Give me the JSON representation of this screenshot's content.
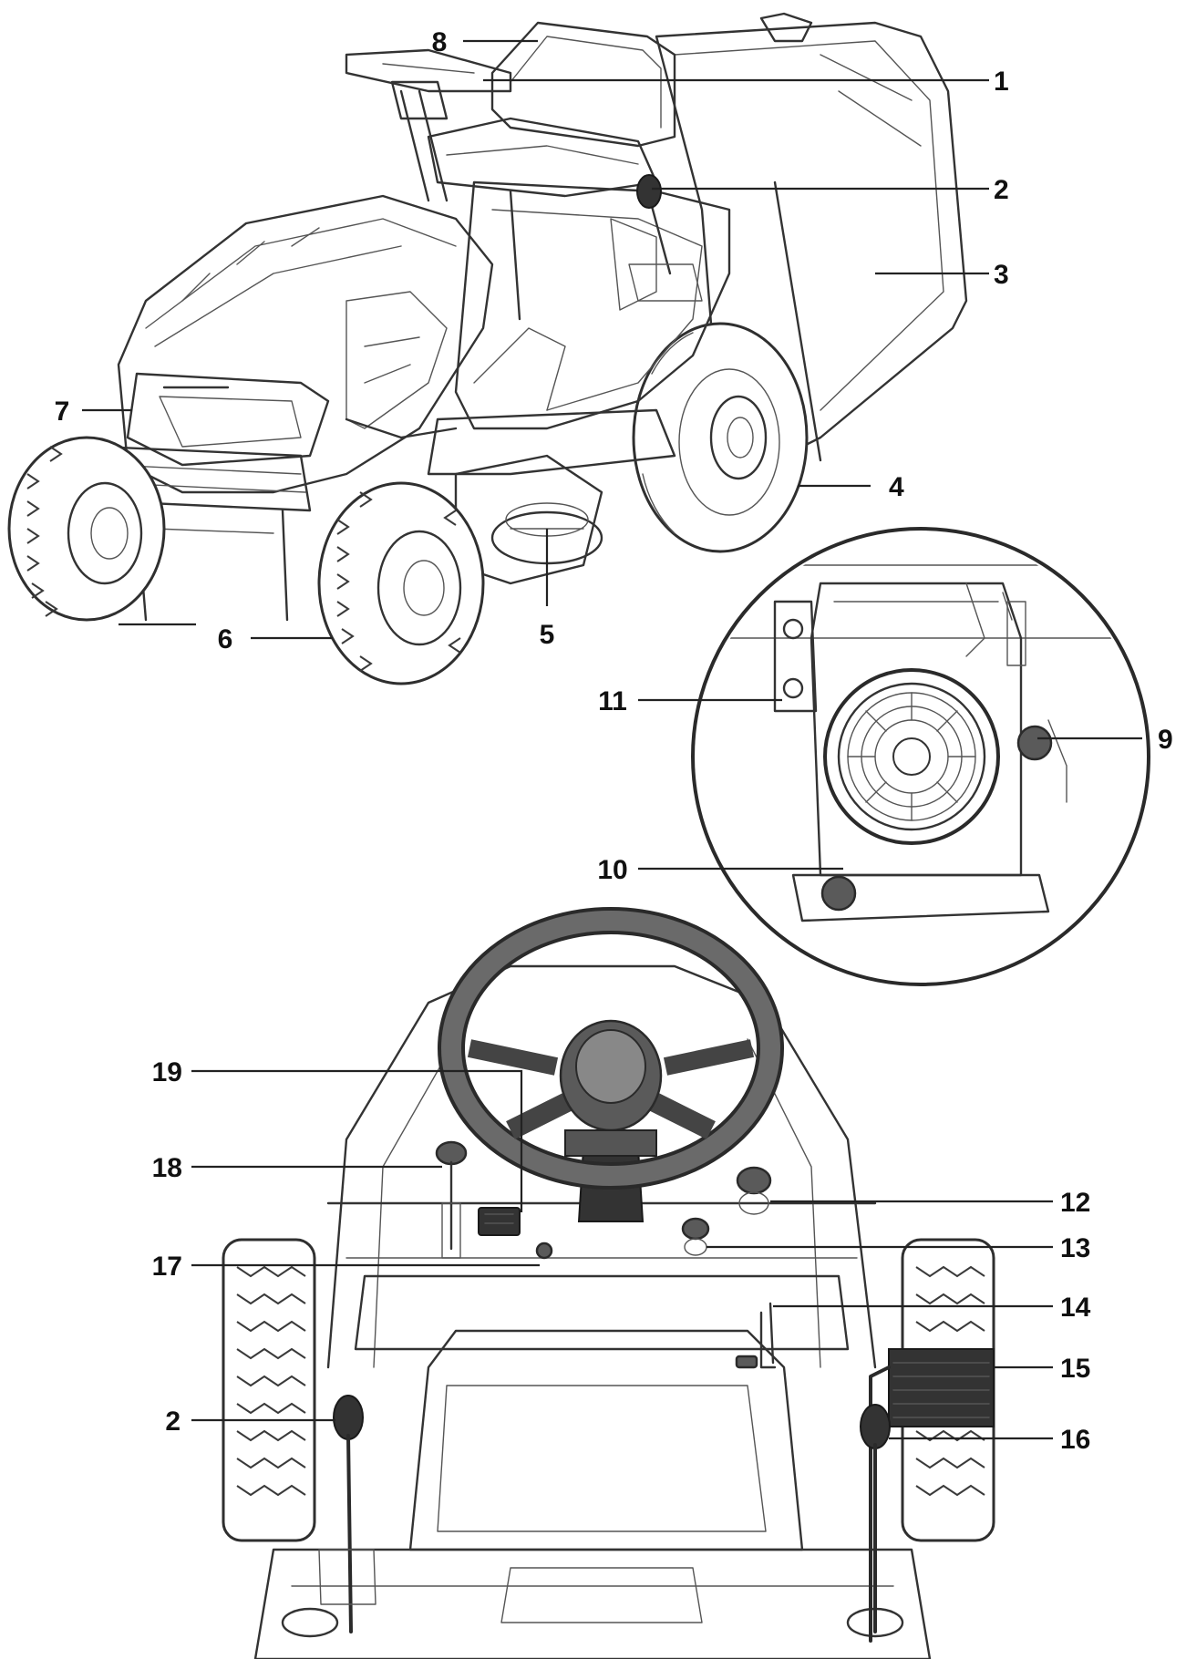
{
  "callouts": [
    {
      "id": "1",
      "label": "1"
    },
    {
      "id": "2",
      "label": "2"
    },
    {
      "id": "3",
      "label": "3"
    },
    {
      "id": "4",
      "label": "4"
    },
    {
      "id": "5",
      "label": "5"
    },
    {
      "id": "6",
      "label": "6"
    },
    {
      "id": "7",
      "label": "7"
    },
    {
      "id": "8",
      "label": "8"
    },
    {
      "id": "9",
      "label": "9"
    },
    {
      "id": "10",
      "label": "10"
    },
    {
      "id": "11",
      "label": "11"
    },
    {
      "id": "12",
      "label": "12"
    },
    {
      "id": "13",
      "label": "13"
    },
    {
      "id": "14",
      "label": "14"
    },
    {
      "id": "15",
      "label": "15"
    },
    {
      "id": "16",
      "label": "16"
    },
    {
      "id": "17",
      "label": "17"
    },
    {
      "id": "18",
      "label": "18"
    },
    {
      "id": "19",
      "label": "19"
    },
    {
      "id": "2b",
      "label": "2"
    }
  ],
  "colors": {
    "ink": "#333333",
    "background": "#ffffff",
    "steering_wheel": "#5a5a5a"
  }
}
